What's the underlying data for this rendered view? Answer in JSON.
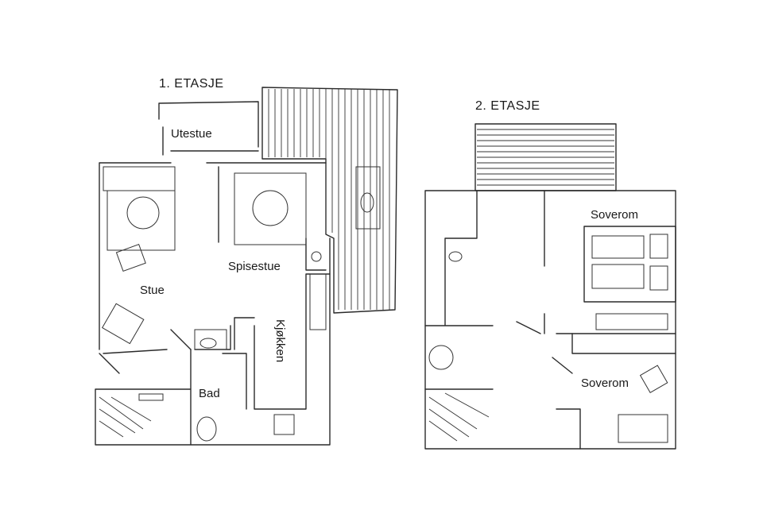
{
  "floor1": {
    "title": "1. ETASJE",
    "rooms": {
      "utestue": "Utestue",
      "spisestue": "Spisestue",
      "stue": "Stue",
      "kjokken": "Kjøkken",
      "bad": "Bad"
    }
  },
  "floor2": {
    "title": "2. ETASJE",
    "rooms": {
      "soverom_1": "Soverom",
      "soverom_2": "Soverom"
    }
  }
}
